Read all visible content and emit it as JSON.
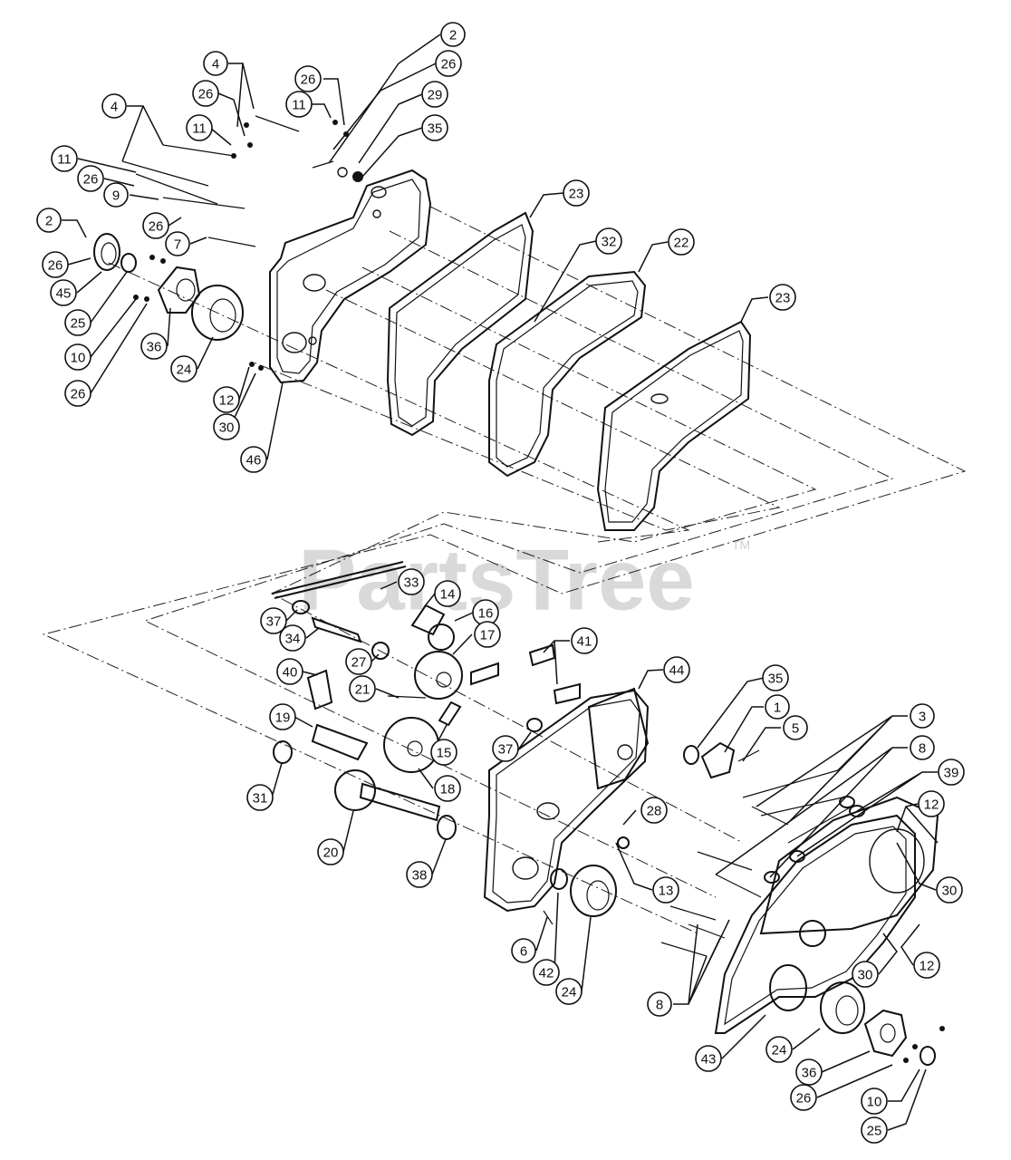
{
  "watermark": {
    "text": "PartsTree",
    "trademark": "TM"
  },
  "callouts": [
    {
      "id": "c-2-top",
      "label": "2"
    },
    {
      "id": "c-26-a",
      "label": "26"
    },
    {
      "id": "c-4-a",
      "label": "4"
    },
    {
      "id": "c-26-b",
      "label": "26"
    },
    {
      "id": "c-11-a",
      "label": "11"
    },
    {
      "id": "c-29-a",
      "label": "29"
    },
    {
      "id": "c-26-c",
      "label": "26"
    },
    {
      "id": "c-35-a",
      "label": "35"
    },
    {
      "id": "c-11-b",
      "label": "11"
    },
    {
      "id": "c-4-b",
      "label": "4"
    },
    {
      "id": "c-11-c",
      "label": "11"
    },
    {
      "id": "c-26-d",
      "label": "26"
    },
    {
      "id": "c-9",
      "label": "9"
    },
    {
      "id": "c-26-e",
      "label": "26"
    },
    {
      "id": "c-2-b",
      "label": "2"
    },
    {
      "id": "c-7",
      "label": "7"
    },
    {
      "id": "c-26-f",
      "label": "26"
    },
    {
      "id": "c-45",
      "label": "45"
    },
    {
      "id": "c-25-a",
      "label": "25"
    },
    {
      "id": "c-10-a",
      "label": "10"
    },
    {
      "id": "c-36-a",
      "label": "36"
    },
    {
      "id": "c-24-a",
      "label": "24"
    },
    {
      "id": "c-26-g",
      "label": "26"
    },
    {
      "id": "c-12-a",
      "label": "12"
    },
    {
      "id": "c-30-a",
      "label": "30"
    },
    {
      "id": "c-46",
      "label": "46"
    },
    {
      "id": "c-23-a",
      "label": "23"
    },
    {
      "id": "c-32",
      "label": "32"
    },
    {
      "id": "c-22",
      "label": "22"
    },
    {
      "id": "c-23-b",
      "label": "23"
    },
    {
      "id": "c-33",
      "label": "33"
    },
    {
      "id": "c-14",
      "label": "14"
    },
    {
      "id": "c-16",
      "label": "16"
    },
    {
      "id": "c-37-a",
      "label": "37"
    },
    {
      "id": "c-34",
      "label": "34"
    },
    {
      "id": "c-17",
      "label": "17"
    },
    {
      "id": "c-27",
      "label": "27"
    },
    {
      "id": "c-21",
      "label": "21"
    },
    {
      "id": "c-40",
      "label": "40"
    },
    {
      "id": "c-41",
      "label": "41"
    },
    {
      "id": "c-44",
      "label": "44"
    },
    {
      "id": "c-19",
      "label": "19"
    },
    {
      "id": "c-15",
      "label": "15"
    },
    {
      "id": "c-37-b",
      "label": "37"
    },
    {
      "id": "c-18",
      "label": "18"
    },
    {
      "id": "c-31",
      "label": "31"
    },
    {
      "id": "c-20",
      "label": "20"
    },
    {
      "id": "c-38",
      "label": "38"
    },
    {
      "id": "c-35-b",
      "label": "35"
    },
    {
      "id": "c-1",
      "label": "1"
    },
    {
      "id": "c-5",
      "label": "5"
    },
    {
      "id": "c-3",
      "label": "3"
    },
    {
      "id": "c-8-a",
      "label": "8"
    },
    {
      "id": "c-39",
      "label": "39"
    },
    {
      "id": "c-28",
      "label": "28"
    },
    {
      "id": "c-12-b",
      "label": "12"
    },
    {
      "id": "c-13",
      "label": "13"
    },
    {
      "id": "c-30-b",
      "label": "30"
    },
    {
      "id": "c-6",
      "label": "6"
    },
    {
      "id": "c-42",
      "label": "42"
    },
    {
      "id": "c-24-b",
      "label": "24"
    },
    {
      "id": "c-8-b",
      "label": "8"
    },
    {
      "id": "c-12-c",
      "label": "12"
    },
    {
      "id": "c-30-c",
      "label": "30"
    },
    {
      "id": "c-43",
      "label": "43"
    },
    {
      "id": "c-24-c",
      "label": "24"
    },
    {
      "id": "c-36-b",
      "label": "36"
    },
    {
      "id": "c-26-h",
      "label": "26"
    },
    {
      "id": "c-10-b",
      "label": "10"
    },
    {
      "id": "c-25-b",
      "label": "25"
    }
  ]
}
